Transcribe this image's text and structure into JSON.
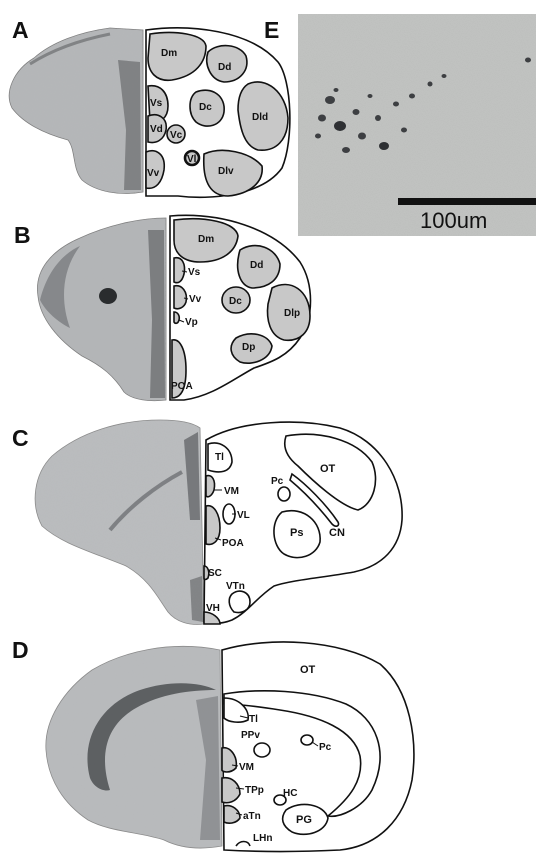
{
  "panels": {
    "A": {
      "letter": "A",
      "labels": [
        "Dm",
        "Dd",
        "Vs",
        "Dc",
        "Dld",
        "Vd",
        "Vc",
        "Vv",
        "Vl",
        "Dlv"
      ]
    },
    "B": {
      "letter": "B",
      "labels": [
        "Dm",
        "Dd",
        "Vs",
        "Vv",
        "Vp",
        "Dc",
        "Dlp",
        "Dp",
        "POA"
      ]
    },
    "C": {
      "letter": "C",
      "labels": [
        "Tl",
        "VM",
        "VL",
        "POA",
        "SC",
        "VTn",
        "VH",
        "Pc",
        "OT",
        "Ps",
        "CN"
      ]
    },
    "D": {
      "letter": "D",
      "labels": [
        "OT",
        "Tl",
        "PPv",
        "Pc",
        "VM",
        "TPp",
        "HC",
        "aTn",
        "PG",
        "LHn"
      ]
    },
    "E": {
      "letter": "E",
      "scale_bar_label": "100um"
    }
  },
  "colors": {
    "region_fill": "#c8c8c8",
    "section_fill": "#b9bbbd",
    "outline": "#111111",
    "micrograph_bg": "#b7b9b7"
  }
}
